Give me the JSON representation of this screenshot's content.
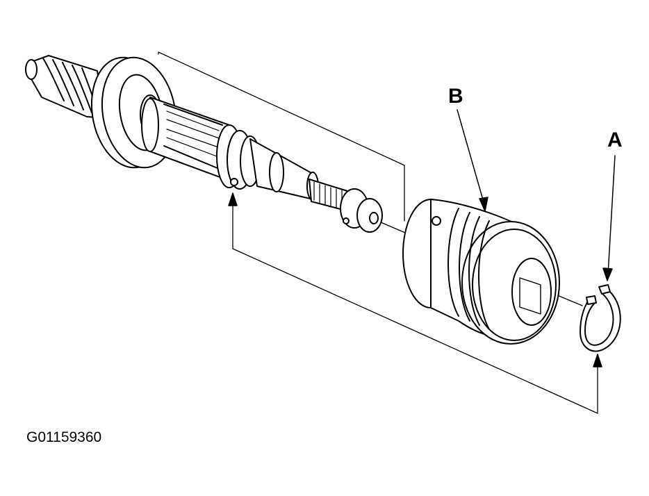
{
  "labels": {
    "a": "A",
    "b": "B"
  },
  "figure_id": "G01159360",
  "colors": {
    "line": "#000000",
    "background": "#ffffff"
  }
}
